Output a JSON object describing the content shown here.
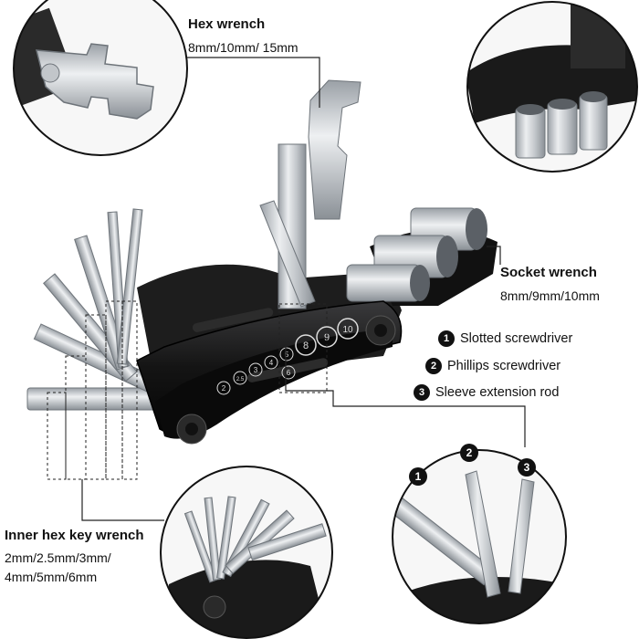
{
  "hex_wrench": {
    "title": "Hex wrench",
    "sizes": "8mm/10mm/ 15mm"
  },
  "socket_wrench": {
    "title": "Socket wrench",
    "sizes": "8mm/9mm/10mm"
  },
  "screwdrivers": [
    {
      "number": "1",
      "label": "Slotted screwdriver"
    },
    {
      "number": "2",
      "label": "Phillips screwdriver"
    },
    {
      "number": "3",
      "label": "Sleeve extension rod"
    }
  ],
  "inner_hex": {
    "title": "Inner hex key wrench",
    "sizes_line1": "2mm/2.5mm/3mm/",
    "sizes_line2": "4mm/5mm/6mm"
  },
  "tool_markings": {
    "sizes": [
      "2",
      "2.5",
      "3",
      "4",
      "5",
      "6"
    ],
    "socket_marks": [
      "8",
      "9",
      "10"
    ]
  },
  "colors": {
    "body": "#1a1a1a",
    "steel": "#c9ccd0",
    "steel_dark": "#8b9096",
    "line": "#222222"
  }
}
